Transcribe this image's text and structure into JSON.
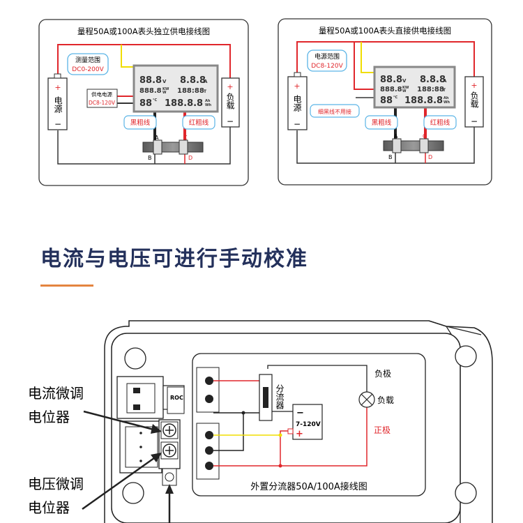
{
  "diagram1": {
    "title": "量程50A或100A表头独立供电接线图",
    "range_label_1": "测量范围",
    "range_label_2": "DC0-200V",
    "supply_label_1": "供电电源",
    "supply_label_2": "DC8-120V",
    "black_wire": "黑粗线",
    "red_wire": "红粗线",
    "power_text": "电源",
    "load_text": "负载",
    "plus": "+",
    "minus": "−",
    "pin_a": "A",
    "pin_b": "B",
    "pin_c": "C",
    "pin_d": "D"
  },
  "diagram2": {
    "title": "量程50A或100A表头直接供电接线图",
    "range_label_1": "电源范围",
    "range_label_2": "DC8-120V",
    "thin_black_note": "细黑线不用接",
    "black_wire": "黑粗线",
    "red_wire": "红粗线",
    "power_text": "电源",
    "load_text": "负载",
    "plus": "+",
    "minus": "−",
    "pin_a": "A",
    "pin_b": "B",
    "pin_c": "C",
    "pin_d": "D"
  },
  "lcd": {
    "r1_left": "88.8",
    "r1_left_unit": "V",
    "r1_right": "8.8.8",
    "r1_right_unit": "A",
    "r2_left": "888.8",
    "r2_left_unit1": "KW",
    "r2_left_unit2": "W",
    "r2_right": "188:88",
    "r2_right_unit": "T",
    "r3_left": "88",
    "r3_left_unit": "°C",
    "r3_right": "188.8.8",
    "r3_right_unit1": "Ah",
    "r3_right_unit2": "Wh"
  },
  "heading": "电流与电压可进行手动校准",
  "bottom": {
    "current_pot_line1": "电流微调",
    "current_pot_line2": "电位器",
    "voltage_pot_line1": "电压微调",
    "voltage_pot_line2": "电位器",
    "shunt_label": "分流器",
    "supply_minus": "−",
    "supply_range": "7-120V",
    "supply_plus": "+",
    "neg_pole": "负极",
    "load_label": "负载",
    "pos_pole": "正极",
    "caption": "外置分流器50A/100A接线图",
    "rot_label": "ROC"
  },
  "colors": {
    "heading": "#23305b",
    "accent": "#e4843f",
    "red_wire": "#e0262b",
    "yellow_wire": "#f0dd00"
  }
}
